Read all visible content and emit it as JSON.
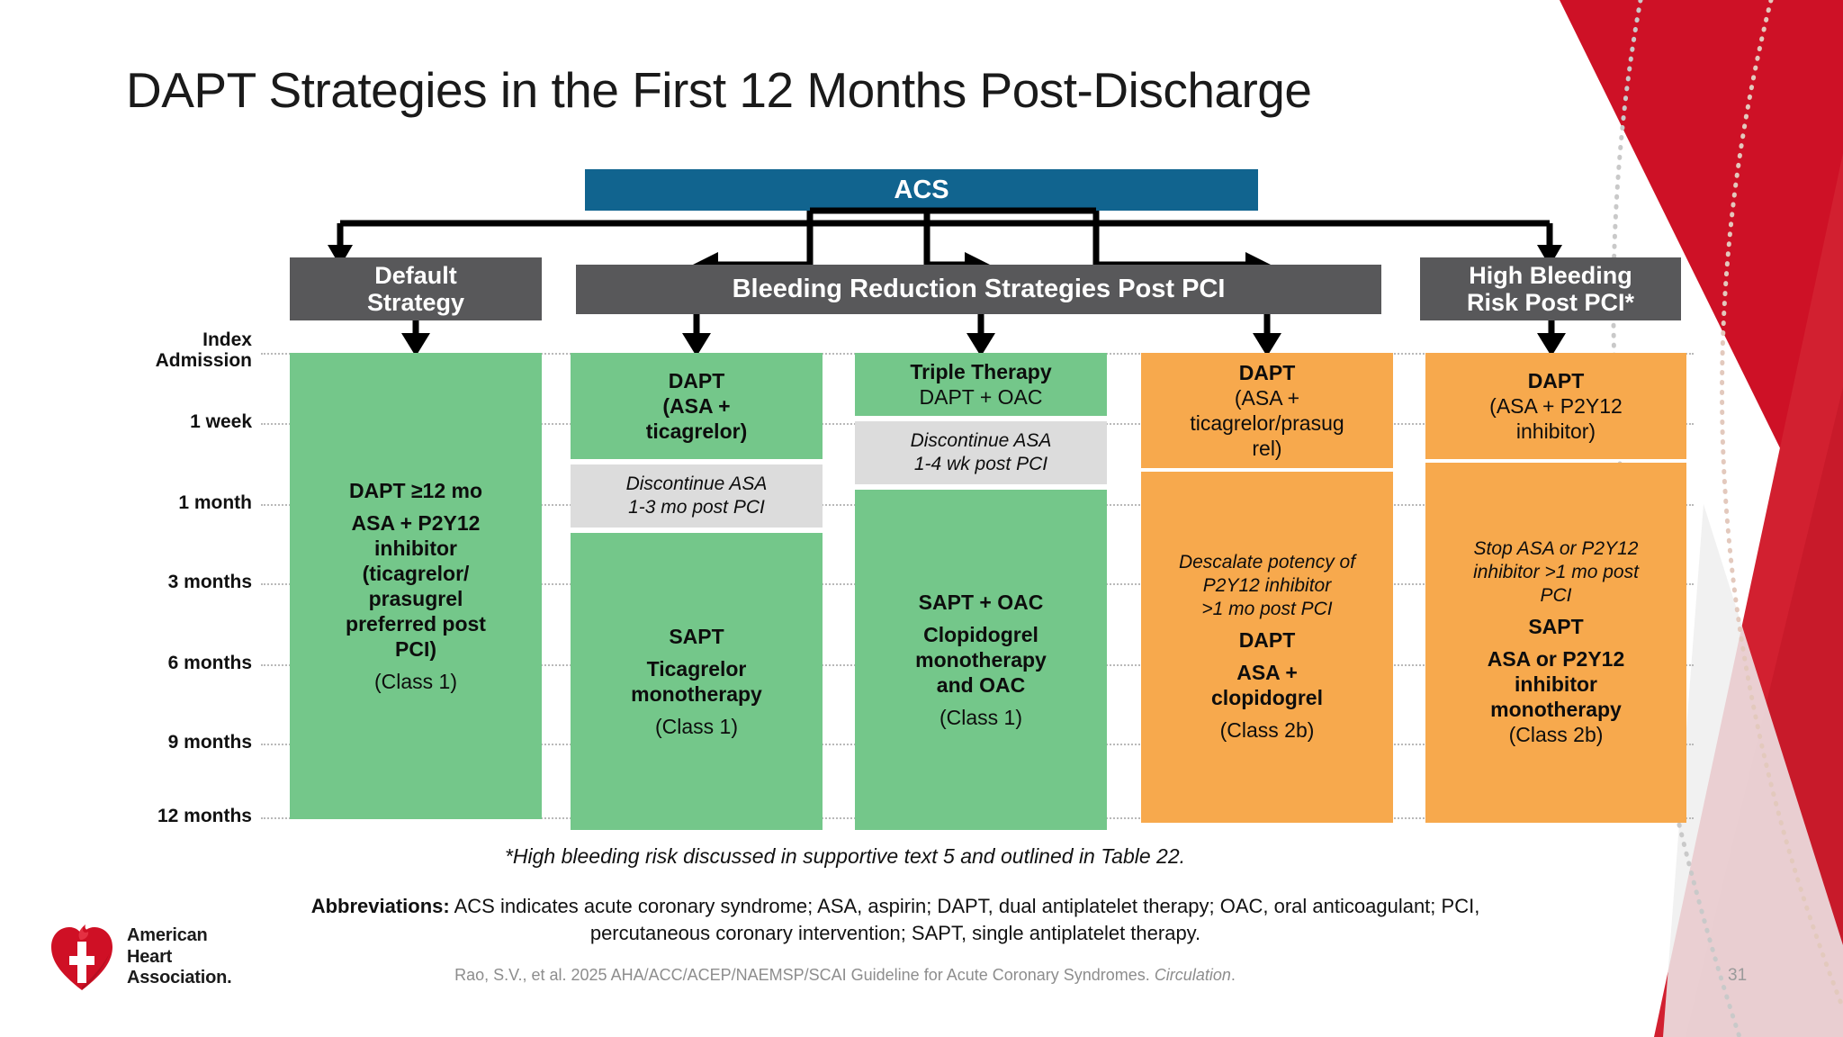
{
  "slide": {
    "title": "DAPT Strategies in the First 12 Months Post-Discharge",
    "page_number": "31",
    "colors": {
      "acs_blue": "#11648f",
      "header_gray": "#58585a",
      "green": "#74c78a",
      "orange": "#f7a94d",
      "note_gray": "#dcdcdc",
      "aha_red": "#c8102e"
    }
  },
  "root_node": {
    "label": "ACS"
  },
  "category_headers": [
    {
      "id": "default",
      "label_line1": "Default",
      "label_line2": "Strategy"
    },
    {
      "id": "bleeding",
      "label_line1": "Bleeding Reduction Strategies Post PCI",
      "label_line2": ""
    },
    {
      "id": "hbr",
      "label_line1": "High Bleeding",
      "label_line2": "Risk Post PCI*"
    }
  ],
  "timeline": [
    {
      "label_line1": "Index",
      "label_line2": "Admission"
    },
    {
      "label_line1": "1 week",
      "label_line2": ""
    },
    {
      "label_line1": "1 month",
      "label_line2": ""
    },
    {
      "label_line1": "3 months",
      "label_line2": ""
    },
    {
      "label_line1": "6 months",
      "label_line2": ""
    },
    {
      "label_line1": "9 months",
      "label_line2": ""
    },
    {
      "label_line1": "12 months",
      "label_line2": ""
    }
  ],
  "columns": [
    {
      "id": "col1",
      "color": "green",
      "cells": [
        {
          "style": "green",
          "lines": [
            {
              "text": "DAPT ≥12 mo",
              "weight": "bold"
            },
            {
              "text": "",
              "weight": "gap"
            },
            {
              "text": "ASA + P2Y12",
              "weight": "bold"
            },
            {
              "text": "inhibitor",
              "weight": "bold"
            },
            {
              "text": "(ticagrelor/",
              "weight": "bold"
            },
            {
              "text": "prasugrel",
              "weight": "bold"
            },
            {
              "text": "preferred post",
              "weight": "bold"
            },
            {
              "text": "PCI)",
              "weight": "bold"
            },
            {
              "text": "",
              "weight": "gap"
            },
            {
              "text": "(Class 1)",
              "weight": "normal"
            }
          ]
        }
      ]
    },
    {
      "id": "col2",
      "color": "green",
      "cells": [
        {
          "style": "green",
          "lines": [
            {
              "text": "DAPT",
              "weight": "bold"
            },
            {
              "text": "(ASA +",
              "weight": "bold"
            },
            {
              "text": "ticagrelor)",
              "weight": "bold"
            }
          ]
        },
        {
          "style": "gray",
          "lines": [
            {
              "text": "Discontinue ASA",
              "weight": "italic"
            },
            {
              "text": "1-3 mo post PCI",
              "weight": "italic"
            }
          ]
        },
        {
          "style": "green",
          "lines": [
            {
              "text": "SAPT",
              "weight": "bold"
            },
            {
              "text": "",
              "weight": "gap"
            },
            {
              "text": "Ticagrelor",
              "weight": "bold"
            },
            {
              "text": "monotherapy",
              "weight": "bold"
            },
            {
              "text": "",
              "weight": "gap"
            },
            {
              "text": "(Class 1)",
              "weight": "normal"
            }
          ]
        }
      ]
    },
    {
      "id": "col3",
      "color": "green",
      "cells": [
        {
          "style": "green",
          "lines": [
            {
              "text": "Triple Therapy",
              "weight": "bold"
            },
            {
              "text": "DAPT + OAC",
              "weight": "normal"
            }
          ]
        },
        {
          "style": "gray",
          "lines": [
            {
              "text": "Discontinue ASA",
              "weight": "italic"
            },
            {
              "text": "1-4 wk post PCI",
              "weight": "italic"
            }
          ]
        },
        {
          "style": "green",
          "lines": [
            {
              "text": "SAPT + OAC",
              "weight": "bold"
            },
            {
              "text": "",
              "weight": "gap"
            },
            {
              "text": "Clopidogrel",
              "weight": "bold"
            },
            {
              "text": "monotherapy",
              "weight": "bold"
            },
            {
              "text": "and OAC",
              "weight": "bold"
            },
            {
              "text": "",
              "weight": "gap"
            },
            {
              "text": "(Class 1)",
              "weight": "normal"
            }
          ]
        }
      ]
    },
    {
      "id": "col4",
      "color": "orange",
      "cells": [
        {
          "style": "orange",
          "lines": [
            {
              "text": "DAPT",
              "weight": "bold"
            },
            {
              "text": "(ASA +",
              "weight": "normal"
            },
            {
              "text": "ticagrelor/prasug",
              "weight": "normal"
            },
            {
              "text": "rel)",
              "weight": "normal"
            }
          ]
        },
        {
          "style": "orange",
          "lines": [
            {
              "text": "Descalate potency of",
              "weight": "italic"
            },
            {
              "text": "P2Y12 inhibitor",
              "weight": "italic"
            },
            {
              "text": ">1 mo post PCI",
              "weight": "italic"
            },
            {
              "text": "",
              "weight": "gap"
            },
            {
              "text": "DAPT",
              "weight": "bold"
            },
            {
              "text": "",
              "weight": "gap"
            },
            {
              "text": "ASA +",
              "weight": "bold"
            },
            {
              "text": "clopidogrel",
              "weight": "bold"
            },
            {
              "text": "",
              "weight": "gap"
            },
            {
              "text": "(Class 2b)",
              "weight": "normal"
            }
          ]
        }
      ]
    },
    {
      "id": "col5",
      "color": "orange",
      "cells": [
        {
          "style": "orange",
          "lines": [
            {
              "text": "DAPT",
              "weight": "bold"
            },
            {
              "text": "(ASA + P2Y12",
              "weight": "normal"
            },
            {
              "text": "inhibitor)",
              "weight": "normal"
            }
          ]
        },
        {
          "style": "orange",
          "lines": [
            {
              "text": "Stop ASA or P2Y12",
              "weight": "italic"
            },
            {
              "text": "inhibitor >1 mo post",
              "weight": "italic"
            },
            {
              "text": "PCI",
              "weight": "italic"
            },
            {
              "text": "",
              "weight": "gap"
            },
            {
              "text": "SAPT",
              "weight": "bold"
            },
            {
              "text": "",
              "weight": "gap"
            },
            {
              "text": "ASA or P2Y12",
              "weight": "bold"
            },
            {
              "text": "inhibitor",
              "weight": "bold"
            },
            {
              "text": "monotherapy",
              "weight": "bold"
            },
            {
              "text": "(Class 2b)",
              "weight": "normal"
            }
          ]
        }
      ]
    }
  ],
  "footnote": "*High bleeding risk discussed in supportive text 5 and outlined in Table 22.",
  "abbreviations": {
    "label": "Abbreviations:",
    "text": " ACS indicates acute coronary syndrome; ASA, aspirin; DAPT, dual antiplatelet therapy; OAC, oral anticoagulant; PCI, percutaneous coronary intervention; SAPT, single antiplatelet therapy."
  },
  "citation": {
    "prefix": "Rao, S.V., et al. 2025 AHA/ACC/ACEP/NAEMSP/SCAI Guideline for Acute Coronary Syndromes. ",
    "journal": "Circulation",
    "suffix": "."
  },
  "logo": {
    "line1": "American",
    "line2": "Heart",
    "line3": "Association."
  }
}
